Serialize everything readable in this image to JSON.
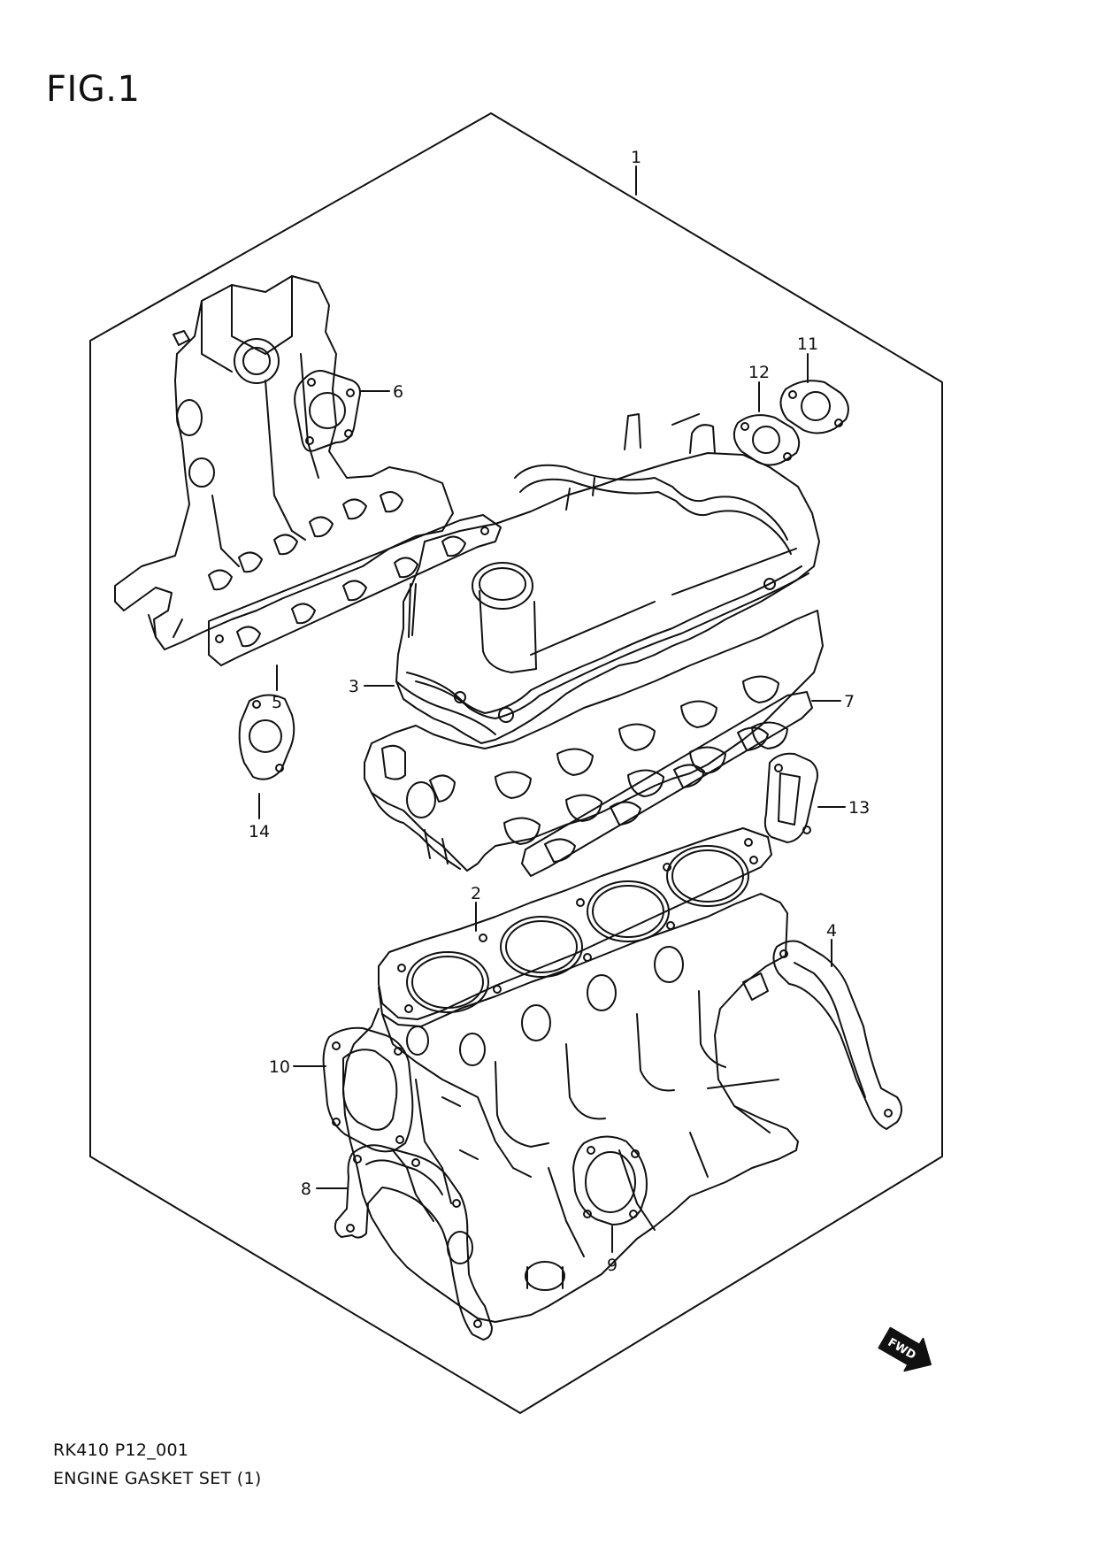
{
  "figure": {
    "title": "FIG.1"
  },
  "footer": {
    "code": "RK410 P12_001",
    "name": "ENGINE GASKET SET (1)"
  },
  "callouts": [
    {
      "id": "1",
      "label": "1"
    },
    {
      "id": "2",
      "label": "2"
    },
    {
      "id": "3",
      "label": "3"
    },
    {
      "id": "4",
      "label": "4"
    },
    {
      "id": "5",
      "label": "5"
    },
    {
      "id": "6",
      "label": "6"
    },
    {
      "id": "7",
      "label": "7"
    },
    {
      "id": "8",
      "label": "8"
    },
    {
      "id": "9",
      "label": "9"
    },
    {
      "id": "10",
      "label": "10"
    },
    {
      "id": "11",
      "label": "11"
    },
    {
      "id": "12",
      "label": "12"
    },
    {
      "id": "13",
      "label": "13"
    },
    {
      "id": "14",
      "label": "14"
    }
  ],
  "fwd_badge": {
    "label": "FWD"
  }
}
